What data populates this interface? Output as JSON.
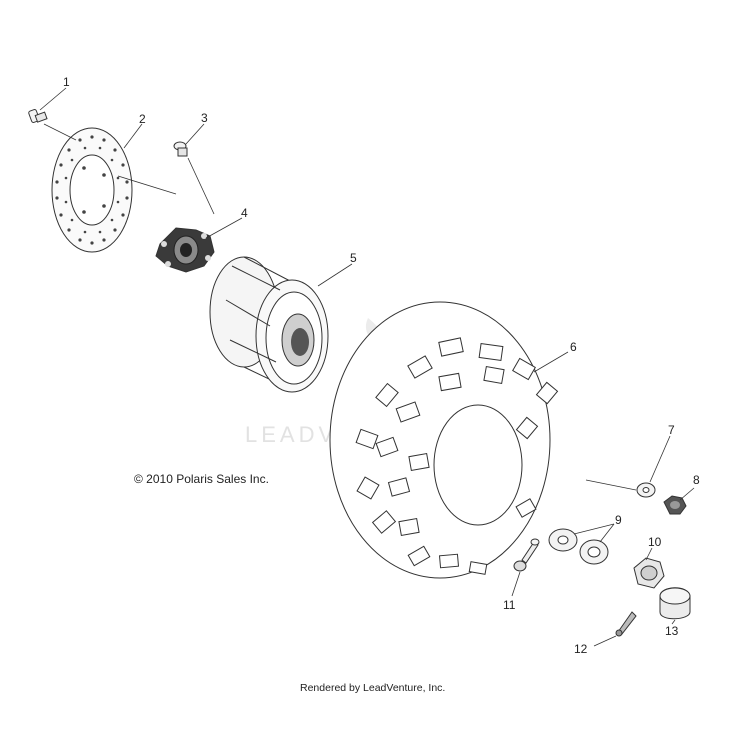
{
  "copyright": "© 2010 Polaris Sales Inc.",
  "footer": "Rendered by LeadVenture, Inc.",
  "watermark": "LEADVENTURE",
  "callouts": [
    "1",
    "2",
    "3",
    "4",
    "5",
    "6",
    "7",
    "8",
    "9",
    "10",
    "11",
    "12",
    "13"
  ]
}
